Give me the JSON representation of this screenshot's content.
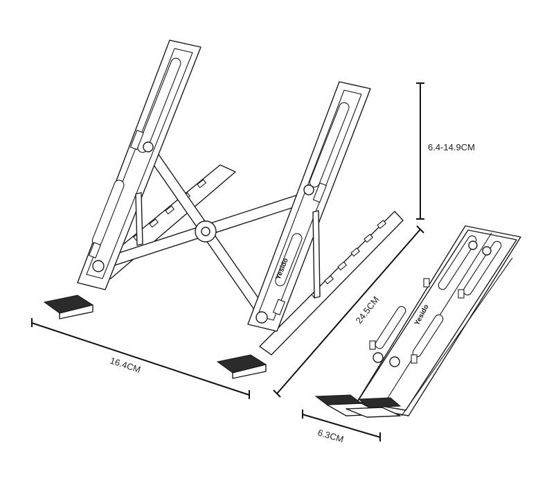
{
  "dimensions": {
    "width": "16.4CM",
    "depth": "24.5CM",
    "height": "6.4-14.9CM",
    "folded_width": "6.3CM"
  },
  "brand": {
    "stand_logo": "Yesido",
    "folded_logo": "Yesido"
  }
}
